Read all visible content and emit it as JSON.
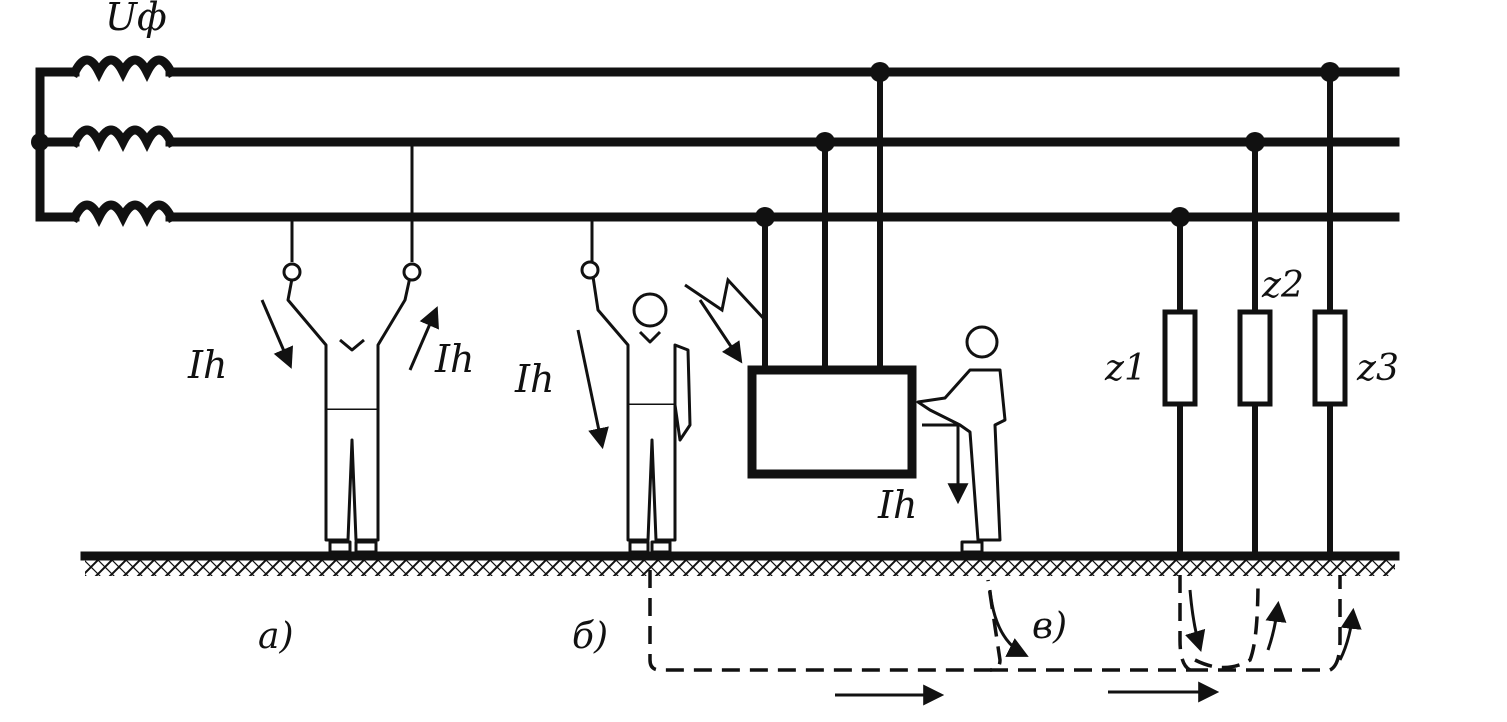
{
  "labels": {
    "phase_voltage": "Uф",
    "current_a_left": "Ih",
    "current_a_right": "Ih",
    "current_b": "Ih",
    "current_v": "Ih",
    "z1": "z1",
    "z2": "z2",
    "z3": "z3",
    "case_a": "a)",
    "case_b": "б)",
    "case_v": "в)"
  },
  "colors": {
    "ink": "#111111",
    "background": "#ffffff"
  }
}
